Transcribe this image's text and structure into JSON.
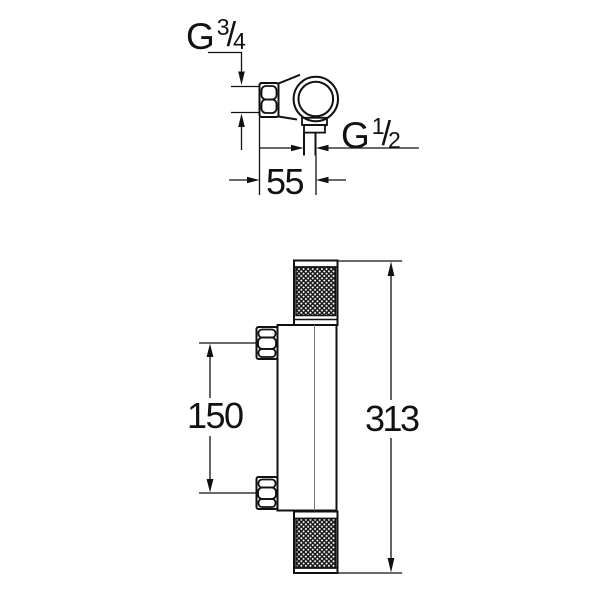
{
  "page": {
    "background": "#ffffff",
    "line_color": "#111111"
  },
  "top_view": {
    "name": "wall-union-side-view",
    "labels": {
      "g34": {
        "prefix": "G",
        "sup": "3",
        "slash": "/",
        "sub": "4"
      },
      "g12": {
        "prefix": "G",
        "sup": "1",
        "slash": "/",
        "sub": "2"
      }
    },
    "dimensions": {
      "wall_to_outlet": "55"
    }
  },
  "front_view": {
    "name": "thermostat-mixer-side-view",
    "dimensions": {
      "inlet_spacing": "150",
      "overall_height": "313"
    }
  }
}
